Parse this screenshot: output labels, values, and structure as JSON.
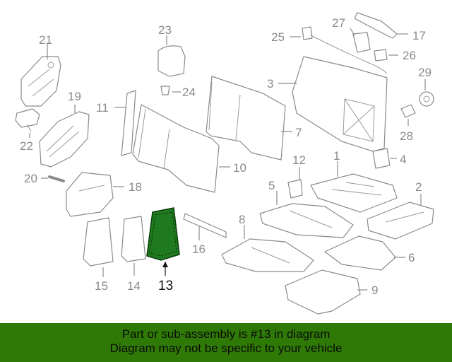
{
  "diagram": {
    "callouts": {
      "p1": "1",
      "p2": "2",
      "p3": "3",
      "p4": "4",
      "p5": "5",
      "p6": "6",
      "p7": "7",
      "p8": "8",
      "p9": "9",
      "p10": "10",
      "p11": "11",
      "p12": "12",
      "p13": "13",
      "p14": "14",
      "p15": "15",
      "p16": "16",
      "p17": "17",
      "p18": "18",
      "p19": "19",
      "p20": "20",
      "p21": "21",
      "p22": "22",
      "p23": "23",
      "p24": "24",
      "p25": "25",
      "p26": "26",
      "p27": "27",
      "p28": "28",
      "p29": "29"
    },
    "highlighted_part": "13",
    "colors": {
      "highlight": "#1f7a1f",
      "line": "#8a8a8a",
      "banner": "#2f7a06"
    }
  },
  "banner": {
    "line1": "Part or sub-assembly is #13 in diagram",
    "line2": "Diagram may not be specific to your vehicle"
  }
}
